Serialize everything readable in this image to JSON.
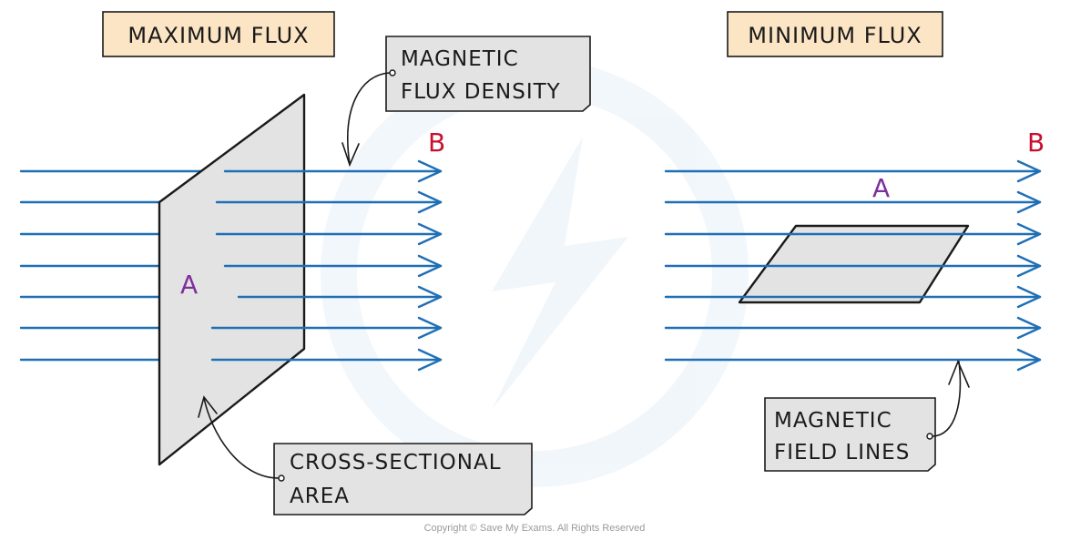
{
  "left_panel": {
    "title": "MAXIMUM FLUX",
    "field_symbol": "B",
    "area_symbol": "A",
    "callout_flux_density": [
      "MAGNETIC",
      "FLUX DENSITY"
    ],
    "callout_area": [
      "CROSS-SECTIONAL",
      "AREA"
    ]
  },
  "right_panel": {
    "title": "MINIMUM FLUX",
    "field_symbol": "B",
    "area_symbol": "A",
    "callout_field_lines": [
      "MAGNETIC",
      "FIELD LINES"
    ]
  },
  "copyright": "Copyright © Save My Exams. All Rights Reserved",
  "colors": {
    "field_line": "#1f6fb5",
    "field_symbol": "#c8102e",
    "area_symbol": "#7d2f9e",
    "title_box": "#fce5c4",
    "callout_box": "#e3e3e3",
    "plate": "#e3e3e3"
  }
}
